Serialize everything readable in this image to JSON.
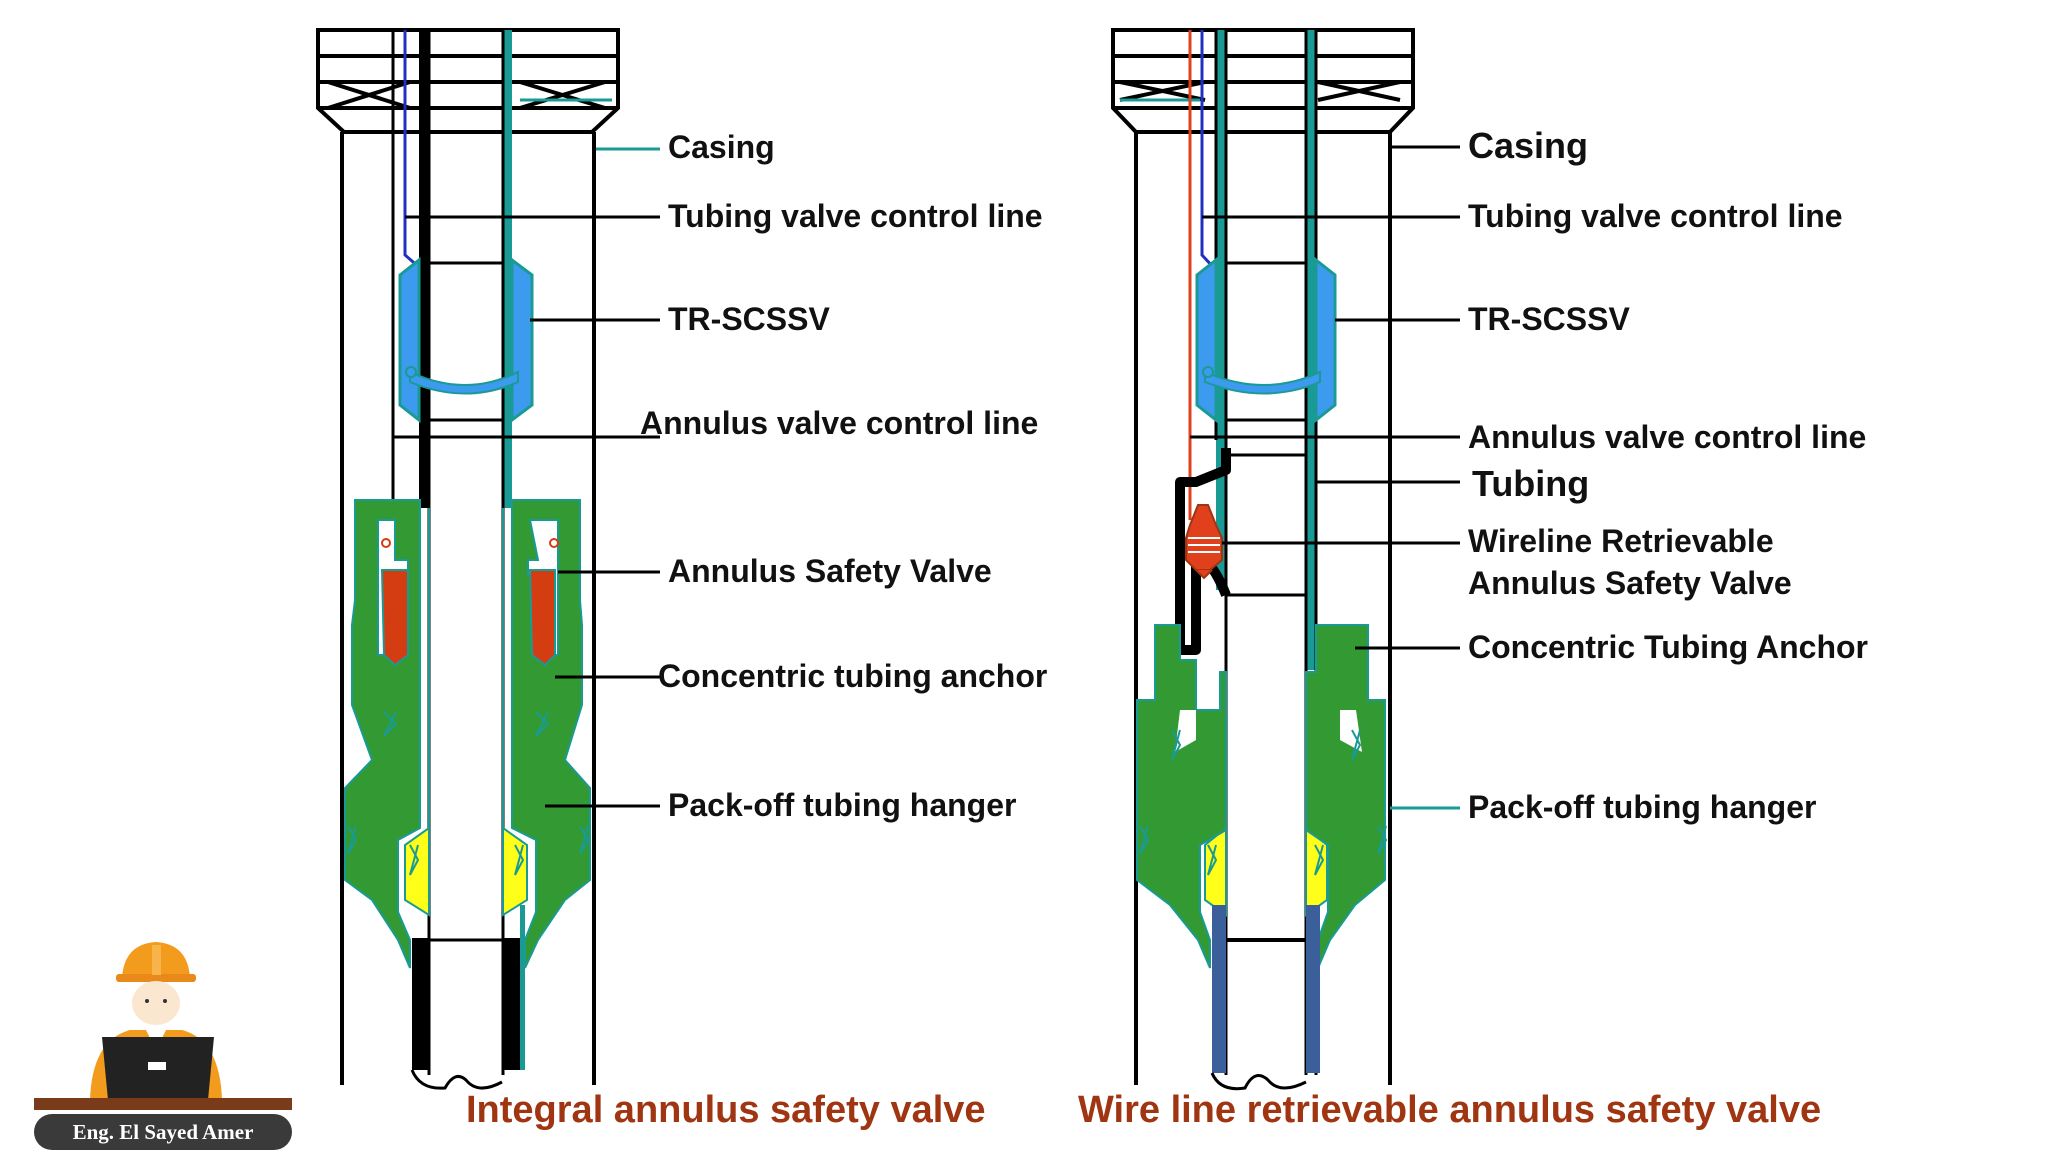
{
  "left_diagram": {
    "labels": {
      "casing": "Casing",
      "tubing_control_line": "Tubing valve control line",
      "trscssv": "TR-SCSSV",
      "annulus_control_line": "Annulus valve control line",
      "annulus_safety_valve": "Annulus Safety Valve",
      "tubing_anchor": "Concentric tubing anchor",
      "packoff_hanger": "Pack-off tubing hanger"
    },
    "caption": "Integral annulus safety valve"
  },
  "right_diagram": {
    "labels": {
      "casing": "Casing",
      "tubing_control_line": "Tubing valve control line",
      "trscssv": "TR-SCSSV",
      "annulus_control_line": "Annulus valve control line",
      "tubing": "Tubing",
      "wireline_line1": "Wireline Retrievable",
      "wireline_line2": "Annulus Safety Valve",
      "tubing_anchor": "Concentric Tubing Anchor",
      "packoff_hanger": "Pack-off tubing hanger"
    },
    "caption": "Wire line retrievable annulus safety valve"
  },
  "author_badge": "Eng. El Sayed Amer",
  "colors": {
    "teal": "#1a9a94",
    "green": "#339933",
    "blue": "#3d9bef",
    "yellow": "#ffff1a",
    "red_valve": "#d43d12",
    "red_line": "#e0401c",
    "navy_line": "#2030c0",
    "steel_blue": "#3a5f9a",
    "caption": "#a03512",
    "black": "#000000"
  }
}
